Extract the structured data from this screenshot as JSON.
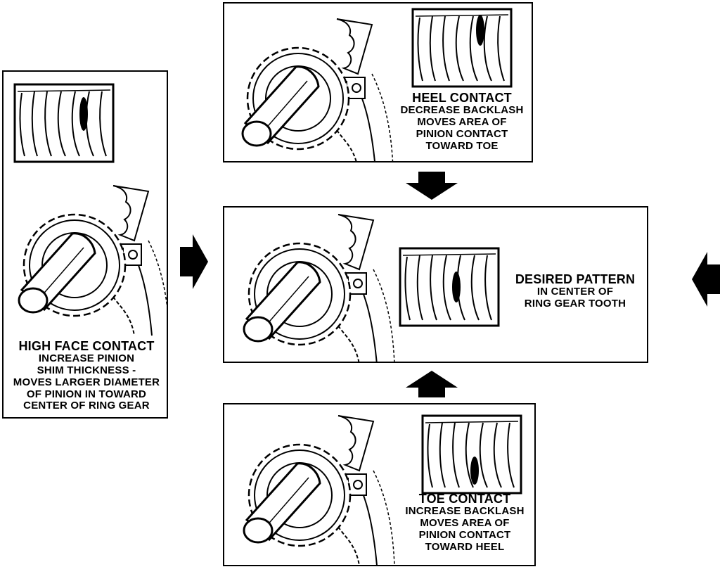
{
  "colors": {
    "ink": "#000000",
    "paper": "#ffffff"
  },
  "panels": {
    "heel": {
      "title": "HEEL CONTACT",
      "lines": [
        "DECREASE BACKLASH",
        "MOVES AREA OF",
        "PINION CONTACT",
        "TOWARD TOE"
      ]
    },
    "high_face": {
      "title": "HIGH FACE CONTACT",
      "lines": [
        "INCREASE PINION",
        "SHIM THICKNESS -",
        "MOVES LARGER DIAMETER",
        "OF PINION IN TOWARD",
        "CENTER OF RING GEAR"
      ]
    },
    "desired": {
      "title": "DESIRED PATTERN",
      "lines": [
        "IN CENTER OF",
        "RING GEAR TOOTH"
      ]
    },
    "toe": {
      "title": "TOE CONTACT",
      "lines": [
        "INCREASE BACKLASH",
        "MOVES AREA OF",
        "PINION CONTACT",
        "TOWARD HEEL"
      ]
    }
  },
  "icons": [
    "arrow-down-icon",
    "arrow-up-icon",
    "arrow-right-icon",
    "arrow-left-icon",
    "pinion-gear-icon",
    "ring-gear-tooth-icon"
  ]
}
